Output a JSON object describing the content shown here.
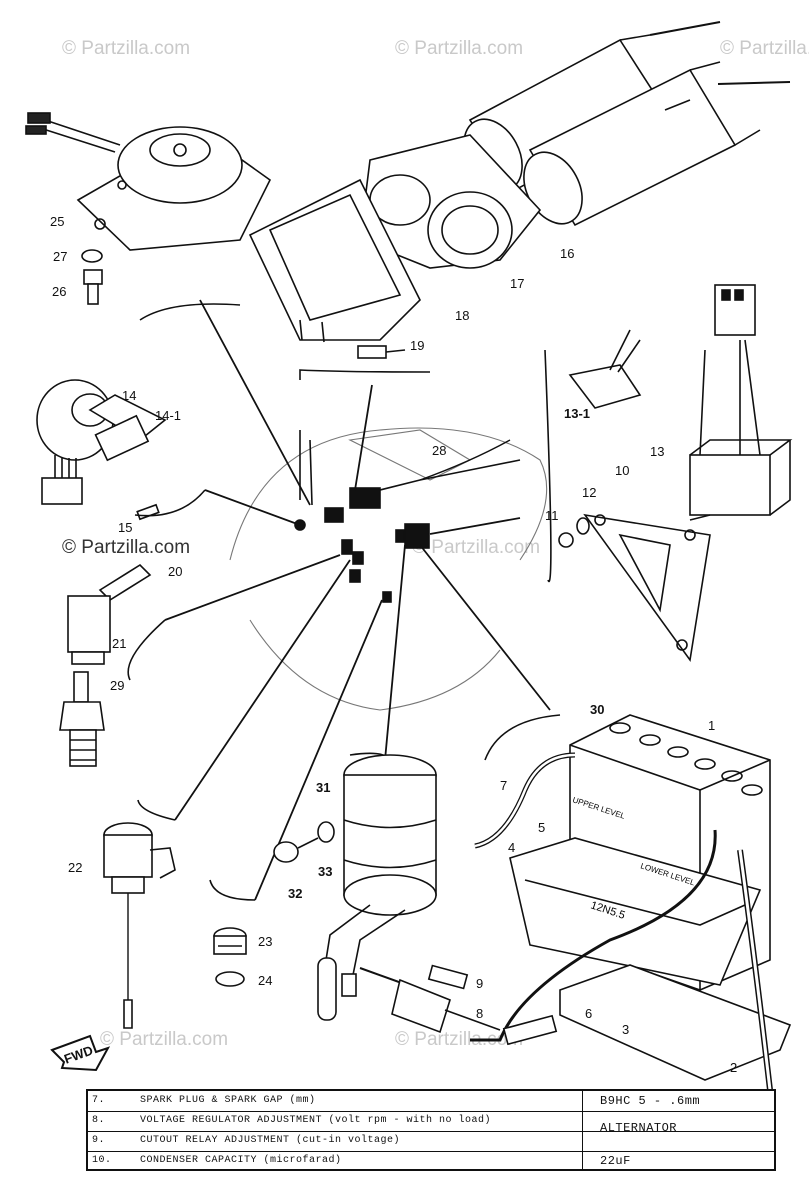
{
  "watermarks": [
    "© Partzilla.com",
    "© Partzilla.com",
    "© Partzilla.com",
    "© Partzilla.com",
    "© Partzilla.com",
    "© Partzilla.com",
    "© Partzilla.com"
  ],
  "fwd_label": "FWD",
  "battery_markings": {
    "upper": "UPPER LEVEL",
    "lower": "LOWER LEVEL",
    "model": "12N5.5"
  },
  "part_labels": {
    "p1": "1",
    "p2": "2",
    "p3": "3",
    "p4": "4",
    "p5": "5",
    "p6": "6",
    "p7": "7",
    "p8": "8",
    "p9": "9",
    "p10": "10",
    "p11": "11",
    "p12": "12",
    "p13": "13",
    "p13_1": "13-1",
    "p14": "14",
    "p14_1": "14-1",
    "p15": "15",
    "p16": "16",
    "p17": "17",
    "p18": "18",
    "p19": "19",
    "p20": "20",
    "p21": "21",
    "p22": "22",
    "p23": "23",
    "p24": "24",
    "p25": "25",
    "p26": "26",
    "p27": "27",
    "p28": "28",
    "p29": "29",
    "p30": "30",
    "p31": "31",
    "p32": "32",
    "p33": "33"
  },
  "spec_table": {
    "rows": [
      {
        "num": "7.",
        "item": "SPARK PLUG & SPARK GAP (mm)",
        "value": "B9HC    5 - .6mm"
      },
      {
        "num": "8.",
        "item": "VOLTAGE REGULATOR ADJUSTMENT (volt rpm - with no load)",
        "value": "ALTERNATOR"
      },
      {
        "num": "9.",
        "item": "CUTOUT RELAY ADJUSTMENT (cut-in voltage)",
        "value": ""
      },
      {
        "num": "10.",
        "item": "CONDENSER CAPACITY (microfarad)",
        "value": "22uF"
      }
    ]
  }
}
